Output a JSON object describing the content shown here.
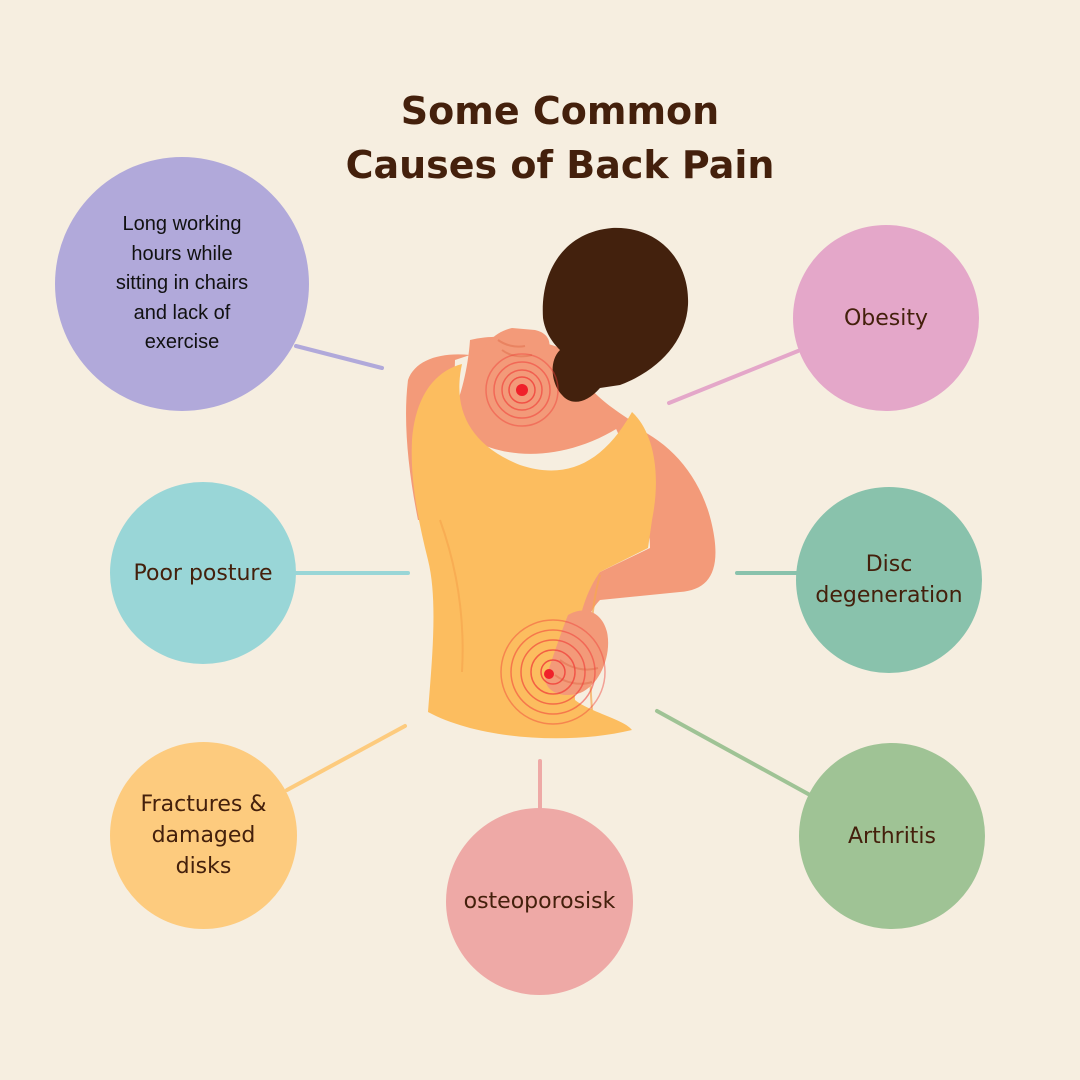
{
  "title": {
    "line1": "Some Common",
    "line2": "Causes of Back Pain"
  },
  "causes": {
    "long_hours": [
      "Long working",
      "hours while",
      "sitting in chairs",
      "and lack of",
      "exercise"
    ],
    "obesity": "Obesity",
    "poor_posture": "Poor posture",
    "disc_degeneration": [
      "Disc",
      "degeneration"
    ],
    "fractures": [
      "Fractures &",
      "damaged",
      "disks"
    ],
    "osteoporosis": "osteoporosisk",
    "arthritis": "Arthritis"
  },
  "colors": {
    "background": "#f6eee0",
    "title": "#44200c",
    "long_hours": "#b1a9da",
    "obesity": "#e4a7c9",
    "poor_posture": "#99d6d7",
    "disc_degeneration": "#89c2ac",
    "fractures": "#fdcb7e",
    "osteoporosis": "#eea9a6",
    "arthritis": "#9fc395",
    "skin": "#f39a79",
    "top": "#fcbd5f",
    "hair": "#43210d",
    "pain": "#f0403a"
  }
}
